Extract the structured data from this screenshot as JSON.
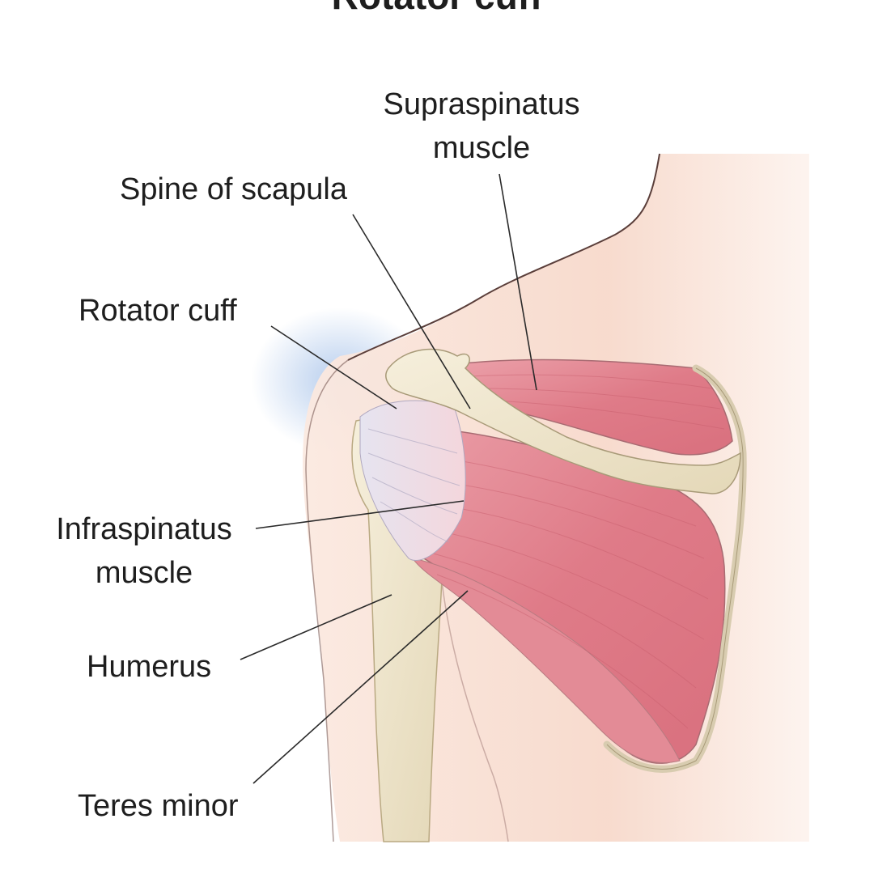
{
  "title": "Rotator cuff",
  "labels": {
    "supraspinatus_line1": "Supraspinatus",
    "supraspinatus_line2": "muscle",
    "spine_of_scapula": "Spine of scapula",
    "rotator_cuff": "Rotator cuff",
    "infraspinatus_line1": "Infraspinatus",
    "infraspinatus_line2": "muscle",
    "humerus": "Humerus",
    "teres_minor": "Teres minor"
  },
  "colors": {
    "skin": "#f8ddd0",
    "muscle": "#e07c88",
    "muscle_light": "#f0a6ae",
    "bone": "#efe6cf",
    "tendon": "#e8e6f2",
    "shadow_blue": "#a9c4ea",
    "leader_line": "#2a2a2a"
  }
}
